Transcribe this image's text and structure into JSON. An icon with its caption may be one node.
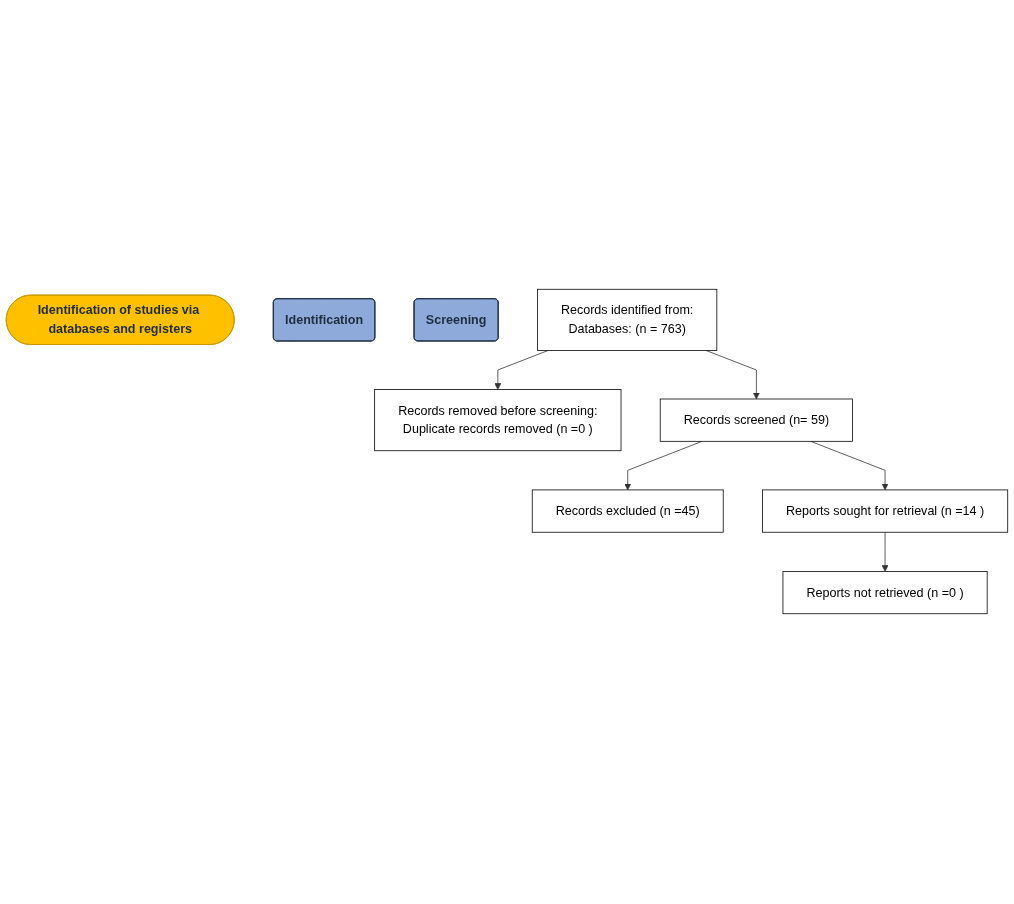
{
  "diagram": {
    "nodes": [
      {
        "text": [
          "Identification of studies via databases and registers"
        ]
      },
      {
        "text": [
          "Identification"
        ]
      },
      {
        "text": [
          "Screening"
        ]
      },
      {
        "text": [
          "Records identified from:",
          "Databases: (n = 763)"
        ]
      },
      {
        "text": [
          "Records removed before screening:",
          "Duplicate records removed (n =0 )"
        ]
      },
      {
        "text": [
          "Records screened (n= 59)"
        ]
      },
      {
        "text": [
          "Records excluded (n =45)"
        ]
      },
      {
        "text": [
          "Reports sought for retrieval (n =14 )"
        ]
      },
      {
        "text": [
          "Reports not retrieved (n =0 )"
        ]
      }
    ],
    "edges": [
      {
        "from": 3,
        "to": 4,
        "arrow": "to"
      },
      {
        "from": 3,
        "to": 5,
        "arrow": "to"
      },
      {
        "from": 5,
        "to": 6,
        "arrow": "to"
      },
      {
        "from": 5,
        "to": 7,
        "arrow": "to"
      },
      {
        "from": 7,
        "to": 8,
        "arrow": "to"
      }
    ]
  }
}
